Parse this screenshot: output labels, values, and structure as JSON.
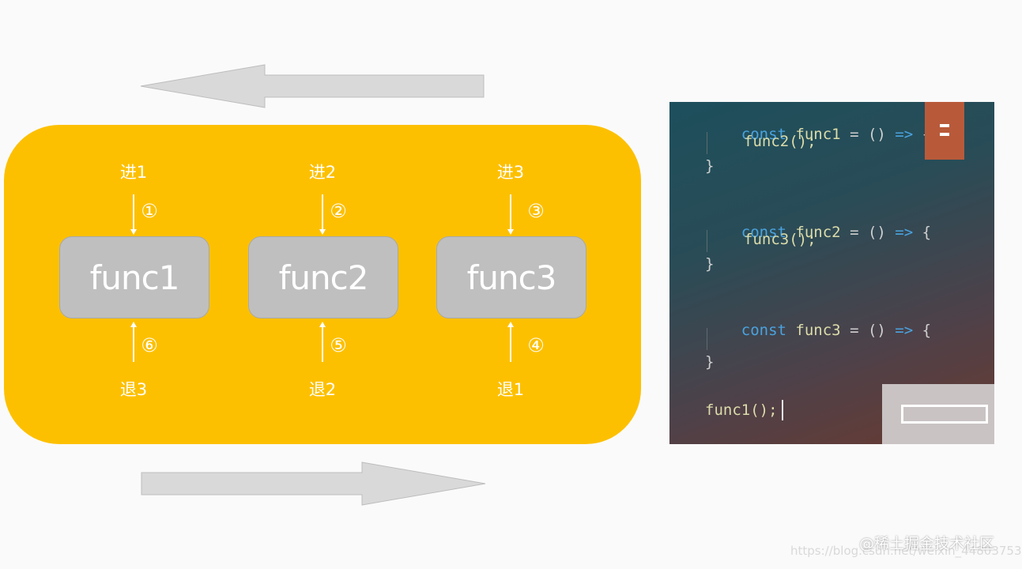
{
  "diagram": {
    "entries": [
      "进1",
      "进2",
      "进3"
    ],
    "exits": [
      "退3",
      "退2",
      "退1"
    ],
    "functions": [
      "func1",
      "func2",
      "func3"
    ],
    "step_numbers_top": [
      "①",
      "②",
      "③"
    ],
    "step_numbers_bottom": [
      "⑥",
      "⑤",
      "④"
    ]
  },
  "code": {
    "lines": [
      {
        "keyword": "const",
        "name": "func1",
        "rest": " = () ",
        "arrow": "=>",
        "brace": " {"
      },
      {
        "body": "func2();"
      },
      {
        "close": "}"
      },
      {
        "keyword": "const",
        "name": "func2",
        "rest": " = () ",
        "arrow": "=>",
        "brace": " {"
      },
      {
        "body": "func3();"
      },
      {
        "close": "}"
      },
      {
        "keyword": "const",
        "name": "func3",
        "rest": " = () ",
        "arrow": "=>",
        "brace": " {"
      },
      {
        "close": "}"
      },
      {
        "call": "func1();"
      }
    ]
  },
  "watermark": {
    "brand": "@稀土掘金技术社区",
    "url": "https://blog.csdn.net/weixin_44803753"
  },
  "colors": {
    "stack_bg": "#fdc000",
    "func_box": "#bfbfbf",
    "arrow_fill": "#d9d9d9",
    "code_keyword": "#4aa3e0",
    "code_function": "#dcdcaa"
  }
}
